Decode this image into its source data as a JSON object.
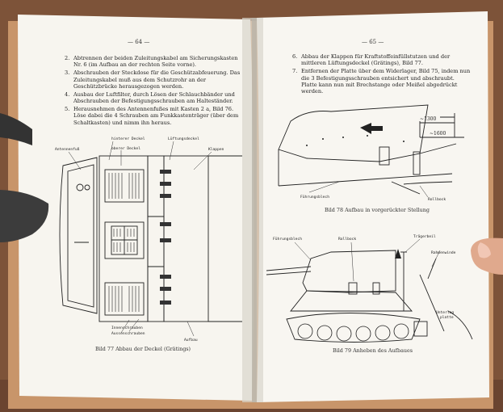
{
  "left_page": {
    "page_number": "— 64 —",
    "steps": [
      {
        "num": "2.",
        "text": "Abtrennen der beiden Zuleitungskabel am Sicherungskasten Nr. 6 (im Aufbau an der rechten Seite vorne)."
      },
      {
        "num": "3.",
        "text": "Abschrauben der Steckdose für die Geschützabfeuerung. Das Zuleitungskabel muß aus dem Schutzrohr an der Geschützbrücke herausgezogen werden."
      },
      {
        "num": "4.",
        "text": "Ausbau der Luftfilter, durch Lösen der Schlauchbänder und Abschrauben der Befestigungsschrauben am Halteständer."
      },
      {
        "num": "5.",
        "text": "Herausnehmen des Antennenfußes mit Kasten 2 a, Bild 76. Löse dabei die 4 Schrauben am Funkkastenträger (über dem Schaltkasten) und nimm ihn heraus."
      }
    ],
    "figure_labels": {
      "antennenfuss": "Antennenfuß",
      "hinterer_deckel": "hinterer Deckel",
      "oberer_deckel": "oberer Deckel",
      "lueftungsdeckel": "Lüftungsdeckel",
      "klappen": "Klappen",
      "innenschrauben": "Innenschrauben",
      "aussenschrauben": "Aussenschrauben",
      "aufbau": "Aufbau"
    },
    "caption": "Bild 77   Abbau der Deckel (Grätings)"
  },
  "right_page": {
    "page_number": "— 65 —",
    "steps": [
      {
        "num": "6.",
        "text": "Abbau der Klappen für Kraftstoffeinfüllstutzen und der mittleren Lüftungsdeckel (Grätings), Bild 77."
      },
      {
        "num": "7.",
        "text": "Entfernen der Platte über dem Widerlager, Bild 75, indem nun die 3 Befestigungsschrauben entsichert und abschraubt. Platte kann nun mit Brechstange oder Meißel abgedrückt werden."
      }
    ],
    "fig78_labels": {
      "dim1": "~1300",
      "dim2": "~1600",
      "fuehrungsblech": "Führungsblech",
      "rollbock": "Rollbock"
    },
    "caption78": "Bild 78   Aufbau in vorgerückter Stellung",
    "fig79_labels": {
      "fuehrungsblech": "Führungsblech",
      "rollbock": "Rollbock",
      "traegerbeil": "Trägerbeil",
      "rahmenwinde": "Rahmenwinde",
      "unterlag": "Unterlag",
      "platte": "platte"
    },
    "caption79": "Bild 79   Anheben des Aufbaues"
  }
}
